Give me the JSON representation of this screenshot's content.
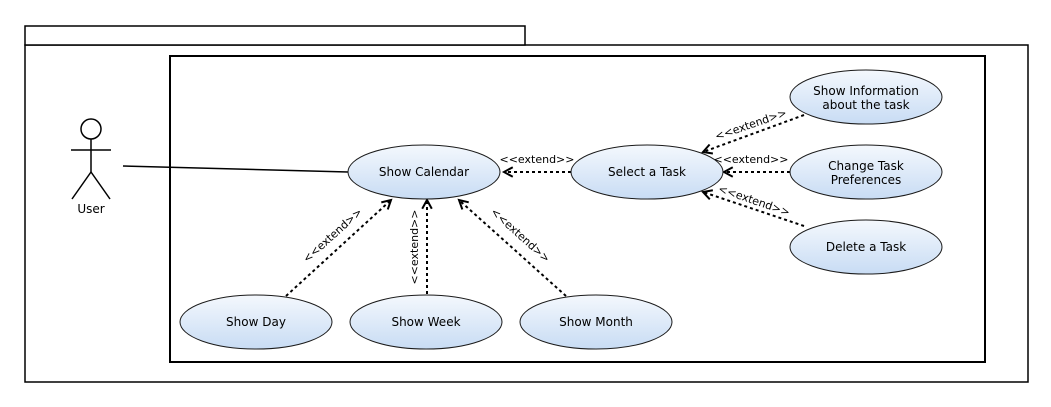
{
  "diagram": {
    "actor": {
      "name": "User",
      "icon": "stick-figure-icon"
    },
    "use_cases": [
      {
        "id": "show-calendar",
        "lines": [
          "Show Calendar"
        ]
      },
      {
        "id": "select-task",
        "lines": [
          "Select a Task"
        ]
      },
      {
        "id": "show-info",
        "lines": [
          "Show Information",
          "about the task"
        ]
      },
      {
        "id": "change-prefs",
        "lines": [
          "Change Task",
          "Preferences"
        ]
      },
      {
        "id": "delete-task",
        "lines": [
          "Delete a Task"
        ]
      },
      {
        "id": "show-day",
        "lines": [
          "Show Day"
        ]
      },
      {
        "id": "show-week",
        "lines": [
          "Show Week"
        ]
      },
      {
        "id": "show-month",
        "lines": [
          "Show Month"
        ]
      }
    ],
    "relations": [
      {
        "type": "association",
        "from": "actor",
        "to": "show-calendar"
      },
      {
        "type": "extend",
        "from": "select-task",
        "to": "show-calendar",
        "label": "<<extend>>"
      },
      {
        "type": "extend",
        "from": "show-info",
        "to": "select-task",
        "label": "<<extend>>"
      },
      {
        "type": "extend",
        "from": "change-prefs",
        "to": "select-task",
        "label": "<<extend>>"
      },
      {
        "type": "extend",
        "from": "delete-task",
        "to": "select-task",
        "label": "<<extend>>"
      },
      {
        "type": "extend",
        "from": "show-day",
        "to": "show-calendar",
        "label": "<<extend>>"
      },
      {
        "type": "extend",
        "from": "show-week",
        "to": "show-calendar",
        "label": "<<extend>>"
      },
      {
        "type": "extend",
        "from": "show-month",
        "to": "show-calendar",
        "label": "<<extend>>"
      }
    ],
    "colors": {
      "use_case_fill_top": "#f4f8fd",
      "use_case_fill_bottom": "#c8dcf4",
      "stroke": "#000000"
    }
  }
}
